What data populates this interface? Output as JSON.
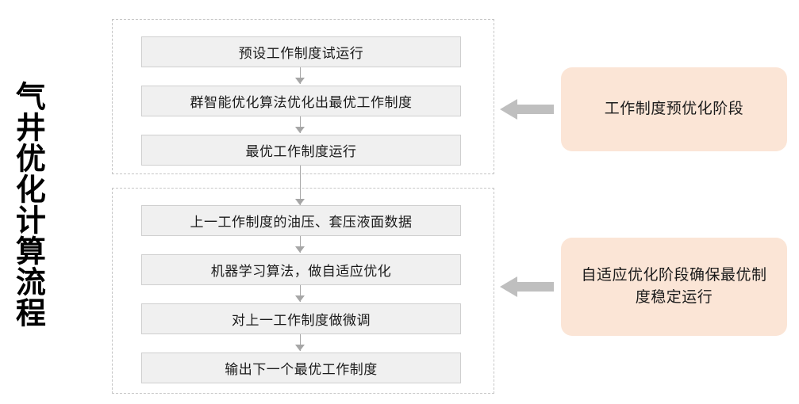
{
  "title": {
    "vertical_label": "气井优化计算流程"
  },
  "flow": {
    "groups": [
      {
        "name": "pre-optimization-group",
        "steps": [
          {
            "label": "预设工作制度试运行"
          },
          {
            "label": "群智能优化算法优化出最优工作制度"
          },
          {
            "label": "最优工作制度运行"
          }
        ]
      },
      {
        "name": "adaptive-optimization-group",
        "steps": [
          {
            "label": "上一工作制度的油压、套压液面数据"
          },
          {
            "label": "机器学习算法，做自适应优化"
          },
          {
            "label": "对上一工作制度做微调"
          },
          {
            "label": "输出下一个最优工作制度"
          }
        ]
      }
    ]
  },
  "stages": [
    {
      "name": "stage-pre-optimization",
      "label": "工作制度预优化阶段",
      "arrow_icon": "left-block-arrow-icon"
    },
    {
      "name": "stage-adaptive-optimization",
      "label": "自适应优化阶段确保最优制度稳定运行",
      "arrow_icon": "left-block-arrow-icon"
    }
  ],
  "colors": {
    "step_fill": "#f0f0f0",
    "step_border": "#cfcfcf",
    "group_border": "#c6c6c6",
    "stage_fill": "#fbe5d6",
    "arrow_gray": "#bfbfbf",
    "connector_gray": "#a6a6a6",
    "text": "#1a1a1a",
    "background": "#ffffff"
  }
}
